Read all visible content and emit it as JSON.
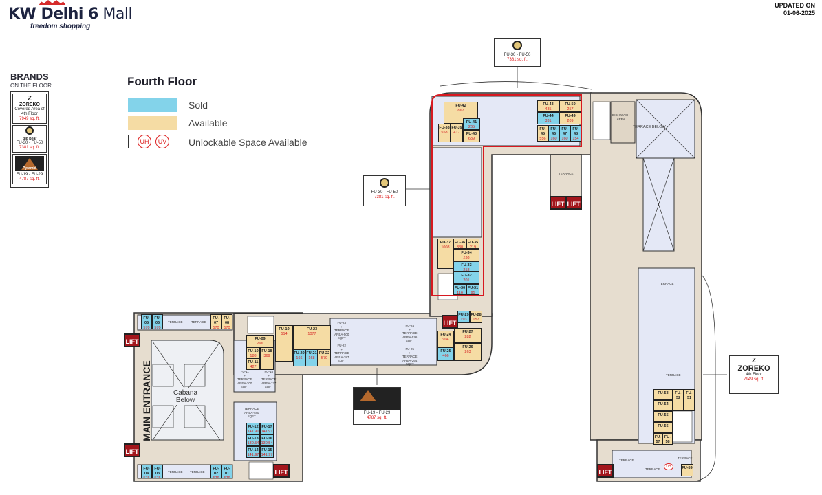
{
  "header": {
    "logo_main": "KW Delhi 6",
    "logo_mall": "Mall",
    "tagline": "freedom shopping",
    "updated_label": "UPDATED ON",
    "updated_date": "01-06-2025"
  },
  "brands_panel": {
    "title": "BRANDS",
    "subtitle": "ON THE FLOOR",
    "cards": [
      {
        "brand": "ZOREKO",
        "line1": "Covered Area of",
        "line2": "4th Floor",
        "area": "7949 sq. ft."
      },
      {
        "brand": "Big Bear",
        "line1": "FU-30 - FU-50",
        "area": "7381 sq. ft."
      },
      {
        "brand": "Pyramid",
        "line1": "FU-19 - FU-29",
        "area": "4787 sq. ft."
      }
    ]
  },
  "legend": {
    "title": "Fourth Floor",
    "sold": "Sold",
    "available": "Available",
    "unlockable": "Unlockable Space Available",
    "uh": "UH",
    "uv": "UV",
    "colors": {
      "sold": "#83d3ea",
      "available": "#f5dca4",
      "outline": "#d71920",
      "lift": "#a3161c"
    }
  },
  "callouts": {
    "top": {
      "line1": "FU-30 - FU-50",
      "area": "7381 sq. ft."
    },
    "left": {
      "line1": "FU-30 - FU-50",
      "area": "7381 sq. ft."
    },
    "bottom": {
      "line1": "FU-19 - FU-29",
      "area": "4787 sq. ft."
    },
    "right": {
      "brand": "ZOREKO",
      "line1": "4th Floor",
      "area": "7949 sq. ft."
    }
  },
  "plan_labels": {
    "main_entrance": "MAIN ENTRANCE",
    "cabana": "Cabana\nBelow",
    "lift": "LIFT",
    "terrace": "TERRACE",
    "terrace_below": "TERRACE BELOW",
    "dish_wash": "DISH WASH\nAREA",
    "fu23_terrace": "FU-23\n+\nTERRACE\nAREA-500\nSQFT",
    "fu22_terrace": "FU-22\n+\nTERRACE\nAREA-387\nSQFT",
    "fu24_terrace": "FU-24\n+\nTERRACE\nAREA-576\nSQFT",
    "fu25_terrace": "FU-25\n+\nTERRACE\nAREA-264\nSQFT",
    "fu11_terrace": "FU-11\n+\nTERRACE\nAREA-200\nSQFT",
    "fu18_terrace": "FU-18\n+\nTERRACE\nAREA-137\nSQFT",
    "terrace_480": "TERRACE\nAREA-480\nSQFT"
  },
  "units": {
    "FU-42": {
      "label": "FU-42",
      "area": "867",
      "status": "available"
    },
    "FU-38": {
      "label": "FU-38",
      "area": "558",
      "status": "available"
    },
    "FU-39": {
      "label": "FU-39",
      "area": "417",
      "status": "available"
    },
    "FU-41": {
      "label": "FU-41",
      "area": "265",
      "status": "sold"
    },
    "FU-40": {
      "label": "FU-40",
      "area": "639",
      "status": "available"
    },
    "FU-43": {
      "label": "FU-43",
      "area": "435",
      "status": "available"
    },
    "FU-50": {
      "label": "FU-50",
      "area": "257",
      "status": "available"
    },
    "FU-44": {
      "label": "FU-44",
      "area": "331",
      "status": "sold"
    },
    "FU-49": {
      "label": "FU-49",
      "area": "209",
      "status": "available"
    },
    "FU-45": {
      "label": "FU-45",
      "area": "556",
      "status": "available"
    },
    "FU-46": {
      "label": "FU-46",
      "area": "160",
      "status": "sold"
    },
    "FU-47": {
      "label": "FU-47",
      "area": "160",
      "status": "sold"
    },
    "FU-48": {
      "label": "FU-48",
      "area": "154",
      "status": "sold"
    },
    "FU-37": {
      "label": "FU-37",
      "area": "1008",
      "status": "available"
    },
    "FU-36": {
      "label": "FU-36",
      "area": "330",
      "status": "available"
    },
    "FU-35": {
      "label": "FU-35",
      "area": "219",
      "status": "available"
    },
    "FU-34": {
      "label": "FU-34",
      "area": "238",
      "status": "available"
    },
    "FU-33": {
      "label": "FU-33",
      "area": "218",
      "status": "sold"
    },
    "FU-32": {
      "label": "FU-32",
      "area": "201",
      "status": "sold"
    },
    "FU-30": {
      "label": "FU-30",
      "area": "116",
      "status": "sold"
    },
    "FU-31": {
      "label": "FU-31",
      "area": "95",
      "status": "sold"
    },
    "FU-29": {
      "label": "FU-29",
      "area": "193",
      "status": "sold"
    },
    "FU-28": {
      "label": "FU-28",
      "area": "157",
      "status": "available"
    },
    "FU-24": {
      "label": "FU-24",
      "area": "904",
      "status": "available"
    },
    "FU-27": {
      "label": "FU-27",
      "area": "282",
      "status": "available"
    },
    "FU-25": {
      "label": "FU-25",
      "area": "466",
      "status": "sold"
    },
    "FU-26": {
      "label": "FU-26",
      "area": "263",
      "status": "available"
    },
    "FU-05": {
      "label": "FU-05",
      "area": "570",
      "status": "sold"
    },
    "FU-06": {
      "label": "FU-06",
      "area": "570",
      "status": "sold"
    },
    "FU-07": {
      "label": "FU-07",
      "area": "570",
      "status": "available"
    },
    "FU-08": {
      "label": "FU-08",
      "area": "570",
      "status": "available"
    },
    "FU-09": {
      "label": "FU-09",
      "area": "296",
      "status": "available"
    },
    "FU-10": {
      "label": "FU-10",
      "area": "188",
      "status": "available"
    },
    "FU-11": {
      "label": "FU-11",
      "area": "427",
      "status": "available"
    },
    "FU-18": {
      "label": "FU-18",
      "area": "369",
      "status": "available"
    },
    "FU-19": {
      "label": "FU-19",
      "area": "514",
      "status": "available"
    },
    "FU-23": {
      "label": "FU-23",
      "area": "1077",
      "status": "available"
    },
    "FU-20": {
      "label": "FU-20",
      "area": "166",
      "status": "sold"
    },
    "FU-21": {
      "label": "FU-21",
      "area": "168",
      "status": "sold"
    },
    "FU-22": {
      "label": "FU-22",
      "area": "579",
      "status": "available"
    },
    "FU-12": {
      "label": "FU-12",
      "area": "141.91",
      "status": "sold"
    },
    "FU-17": {
      "label": "FU-17",
      "area": "141.91",
      "status": "sold"
    },
    "FU-13": {
      "label": "FU-13",
      "area": "130.54",
      "status": "sold"
    },
    "FU-16": {
      "label": "FU-16",
      "area": "130.54",
      "status": "sold"
    },
    "FU-14": {
      "label": "FU-14",
      "area": "141.97",
      "status": "sold"
    },
    "FU-15": {
      "label": "FU-15",
      "area": "141.97",
      "status": "sold"
    },
    "FU-04": {
      "label": "FU-04",
      "area": "576",
      "status": "sold"
    },
    "FU-03": {
      "label": "FU-03",
      "area": "576",
      "status": "sold"
    },
    "FU-02": {
      "label": "FU-02",
      "area": "576",
      "status": "sold"
    },
    "FU-01": {
      "label": "FU-01",
      "area": "576",
      "status": "sold"
    },
    "FU-53": {
      "label": "FU-53",
      "status": "available"
    },
    "FU-54": {
      "label": "FU-54",
      "status": "available"
    },
    "FU-52": {
      "label": "FU-52",
      "status": "available"
    },
    "FU-51": {
      "label": "FU-51",
      "status": "available"
    },
    "FU-55": {
      "label": "FU-55",
      "status": "available"
    },
    "FU-56": {
      "label": "FU-56",
      "status": "available"
    },
    "FU-57": {
      "label": "FU-57",
      "status": "available"
    },
    "FU-58": {
      "label": "FU-58",
      "status": "available"
    },
    "FU-59": {
      "label": "FU-59",
      "status": "available"
    }
  }
}
